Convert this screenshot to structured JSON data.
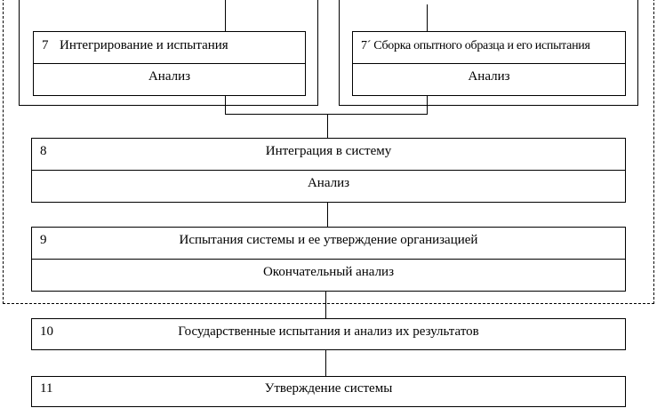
{
  "boxes": {
    "b7": {
      "number": "7",
      "title": "Интегрирование и испытания",
      "sub": "Анализ"
    },
    "b7p": {
      "number": "7´",
      "title": "Сборка опытного образца и его испытания",
      "sub": "Анализ"
    },
    "b8": {
      "number": "8",
      "title": "Интеграция в систему",
      "sub": "Анализ"
    },
    "b9": {
      "number": "9",
      "title": "Испытания системы и ее утверждение организацией",
      "sub": "Окончательный анализ"
    },
    "b10": {
      "number": "10",
      "title": "Государственные испытания и анализ их результатов"
    },
    "b11": {
      "number": "11",
      "title": "Утверждение системы"
    }
  }
}
